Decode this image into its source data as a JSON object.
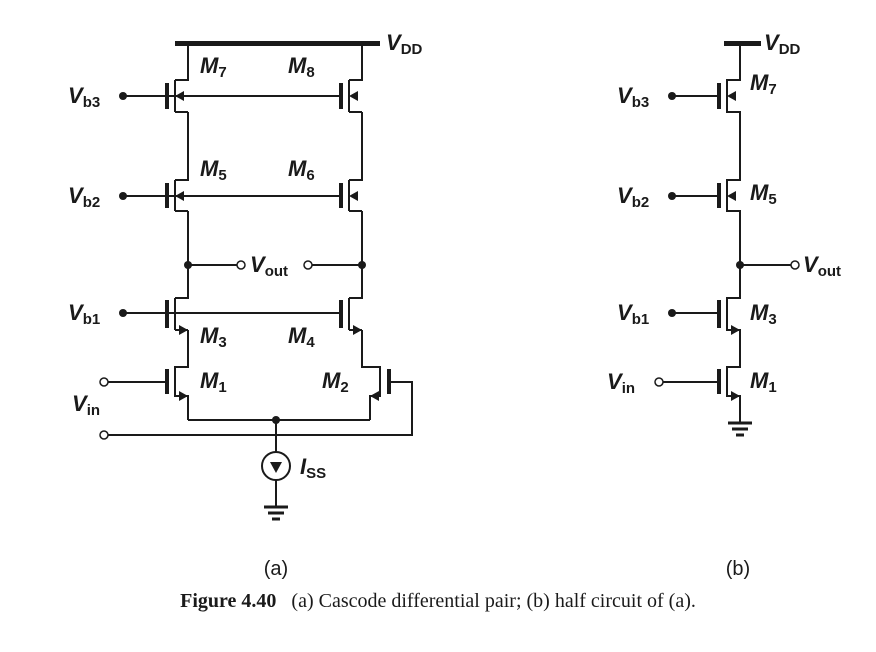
{
  "figure": {
    "caption_number": "Figure 4.40",
    "caption_text": "(a) Cascode differential pair; (b) half circuit of (a).",
    "label_a": "(a)",
    "label_b": "(b)"
  },
  "circuit_a": {
    "supply": {
      "main": "V",
      "sub": "DD"
    },
    "ground": "",
    "bias_inputs": [
      {
        "main": "V",
        "sub": "b3"
      },
      {
        "main": "V",
        "sub": "b2"
      },
      {
        "main": "V",
        "sub": "b1"
      }
    ],
    "input": {
      "main": "V",
      "sub": "in"
    },
    "output": {
      "main": "V",
      "sub": "out"
    },
    "current_source": {
      "main": "I",
      "sub": "SS"
    },
    "transistors": [
      {
        "main": "M",
        "sub": "7"
      },
      {
        "main": "M",
        "sub": "8"
      },
      {
        "main": "M",
        "sub": "5"
      },
      {
        "main": "M",
        "sub": "6"
      },
      {
        "main": "M",
        "sub": "3"
      },
      {
        "main": "M",
        "sub": "4"
      },
      {
        "main": "M",
        "sub": "1"
      },
      {
        "main": "M",
        "sub": "2"
      }
    ]
  },
  "circuit_b": {
    "supply": {
      "main": "V",
      "sub": "DD"
    },
    "bias_inputs": [
      {
        "main": "V",
        "sub": "b3"
      },
      {
        "main": "V",
        "sub": "b2"
      },
      {
        "main": "V",
        "sub": "b1"
      }
    ],
    "input": {
      "main": "V",
      "sub": "in"
    },
    "output": {
      "main": "V",
      "sub": "out"
    },
    "transistors": [
      {
        "main": "M",
        "sub": "7"
      },
      {
        "main": "M",
        "sub": "5"
      },
      {
        "main": "M",
        "sub": "3"
      },
      {
        "main": "M",
        "sub": "1"
      }
    ]
  },
  "colors": {
    "ink": "#1a1a1a",
    "background": "#ffffff"
  }
}
